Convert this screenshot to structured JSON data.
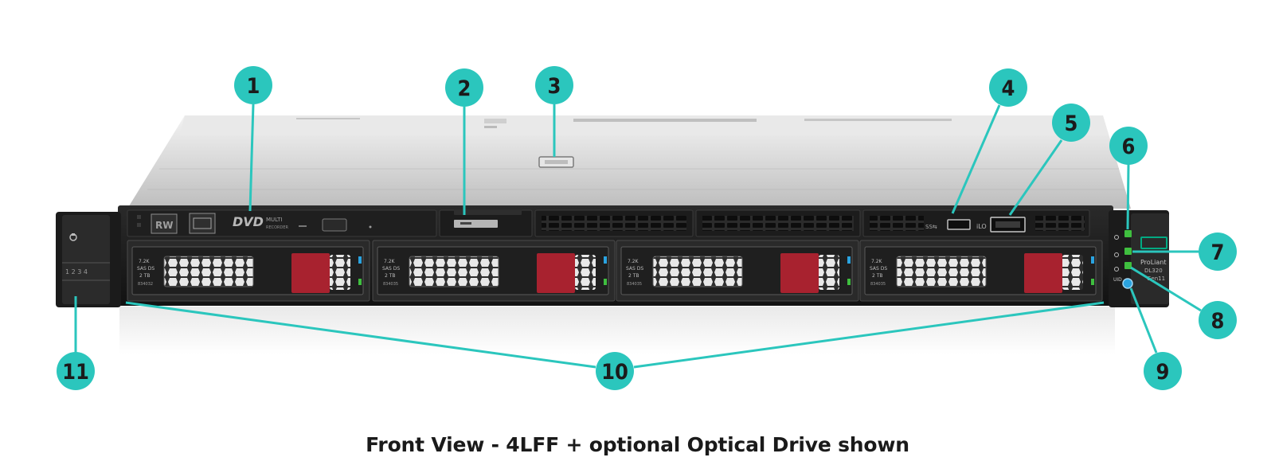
{
  "caption": "Front View - 4LFF + optional Optical Drive shown",
  "colors": {
    "callout": "#2bc6bd",
    "leader": "#2bc6bd",
    "drive_latch": "#a8222f",
    "led_green": "#3fbf3f",
    "led_blue": "#2aa3e0",
    "bezel": "#1d1d1d",
    "chassis_top": "#d4d4d4"
  },
  "callouts": [
    {
      "label": "1"
    },
    {
      "label": "2"
    },
    {
      "label": "3"
    },
    {
      "label": "4"
    },
    {
      "label": "5"
    },
    {
      "label": "6"
    },
    {
      "label": "7"
    },
    {
      "label": "8"
    },
    {
      "label": "9"
    },
    {
      "label": "10"
    },
    {
      "label": "11"
    }
  ],
  "optical_drive": {
    "rw": "RW",
    "dvd": "DVD",
    "multi": "MULTI",
    "recorder": "RECORDER"
  },
  "usb_label": "SS⇆",
  "ilo_label": "iLO",
  "rack_ear_left": {
    "bays": "1 2 3 4"
  },
  "rack_ear_right": {
    "brand": "ProLiant",
    "model": "DL320",
    "gen": "Gen11"
  },
  "drives": [
    {
      "rpm": "7.2K",
      "type": "SAS DS",
      "size": "2 TB",
      "part": "834032"
    },
    {
      "rpm": "7.2K",
      "type": "SAS DS",
      "size": "2 TB",
      "part": "834035"
    },
    {
      "rpm": "7.2K",
      "type": "SAS DS",
      "size": "2 TB",
      "part": "834035"
    },
    {
      "rpm": "7.2K",
      "type": "SAS DS",
      "size": "2 TB",
      "part": "834035"
    }
  ],
  "front_leds": [
    {
      "icon": "power-icon",
      "color": "#3fbf3f"
    },
    {
      "icon": "health-icon",
      "color": "#3fbf3f"
    },
    {
      "icon": "network-icon",
      "color": "#3fbf3f"
    },
    {
      "icon": "uid-icon",
      "color": "#2aa3e0"
    }
  ],
  "uid_label": "UID"
}
